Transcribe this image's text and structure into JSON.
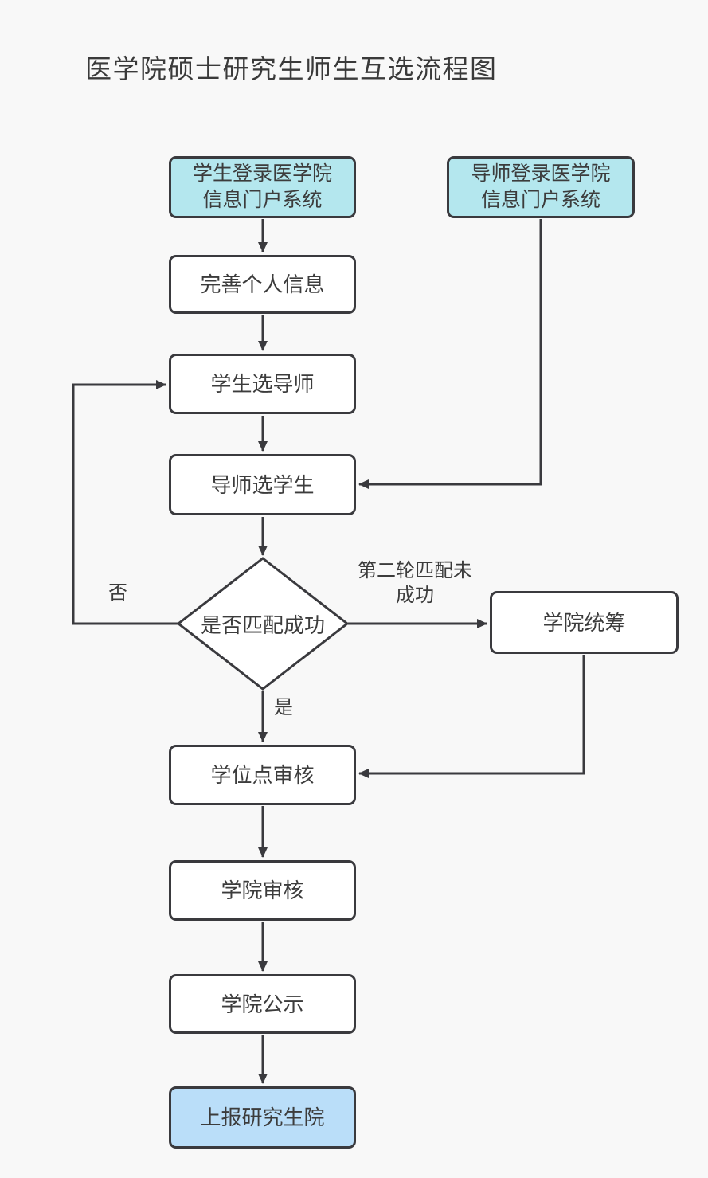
{
  "title": "医学院硕士研究生师生互选流程图",
  "colors": {
    "background": "#f8f8f8",
    "node_border": "#3a3a3e",
    "connector": "#3a3a3e",
    "text": "#3c3c3c",
    "node_fill_default": "#ffffff",
    "node_fill_cyan": "#b4e7ee",
    "node_fill_blue": "#badef9"
  },
  "nodes": {
    "student_login": {
      "label": "学生登录医学院\n信息门户系统"
    },
    "tutor_login": {
      "label": "导师登录医学院\n信息门户系统"
    },
    "complete_info": {
      "label": "完善个人信息"
    },
    "student_select_tutor": {
      "label": "学生选导师"
    },
    "tutor_select_student": {
      "label": "导师选学生"
    },
    "match_decision": {
      "label": "是否匹配成功"
    },
    "college_coordination": {
      "label": "学院统筹"
    },
    "degree_point_review": {
      "label": "学位点审核"
    },
    "college_review": {
      "label": "学院审核"
    },
    "college_publicity": {
      "label": "学院公示"
    },
    "report_graduate_school": {
      "label": "上报研究生院"
    }
  },
  "edge_labels": {
    "no": "否",
    "yes": "是",
    "second_round": "第二轮匹配未\n成功"
  }
}
